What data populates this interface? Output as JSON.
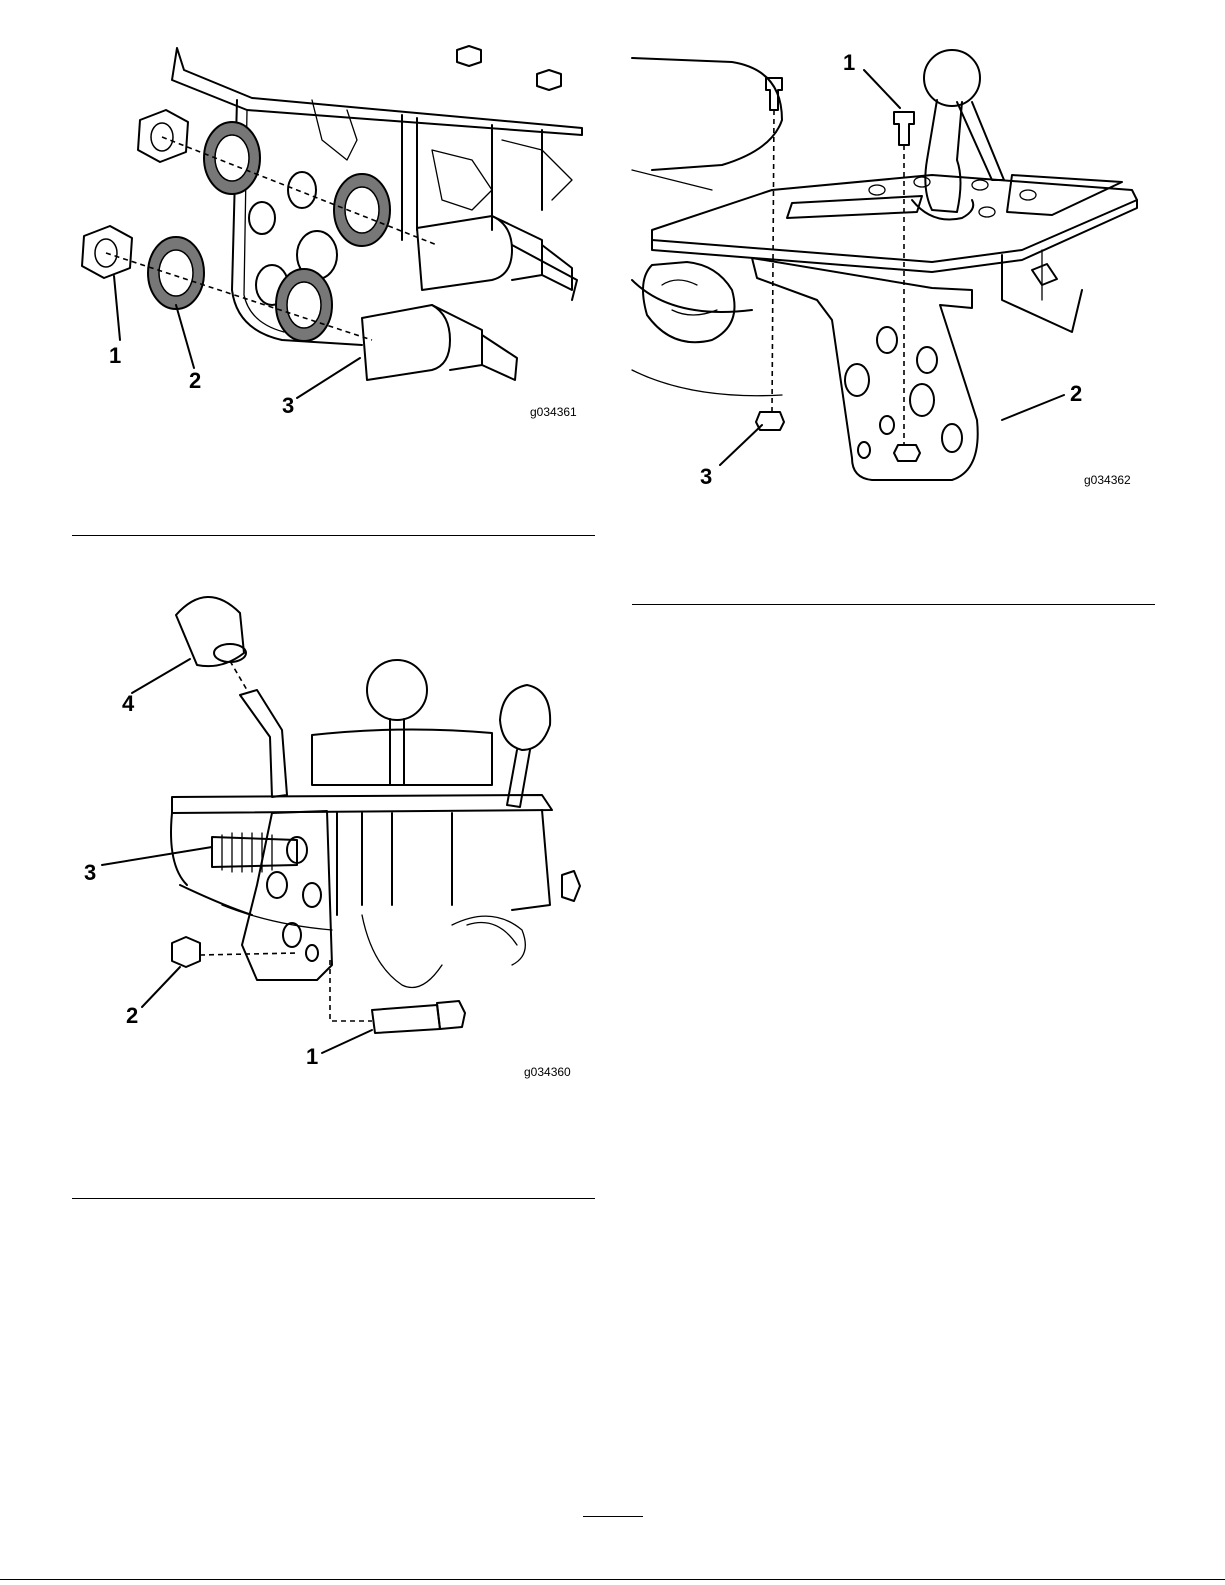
{
  "figures": [
    {
      "id": "g034361",
      "callouts": [
        "1",
        "2",
        "3"
      ]
    },
    {
      "id": "g034362",
      "callouts": [
        "1",
        "2",
        "3"
      ]
    },
    {
      "id": "g034360",
      "callouts": [
        "1",
        "2",
        "3",
        "4"
      ]
    }
  ],
  "colors": {
    "part_gray": "#c8c8c8",
    "dark_gray": "#6a6a6a",
    "line": "#000000"
  },
  "page_number": ""
}
